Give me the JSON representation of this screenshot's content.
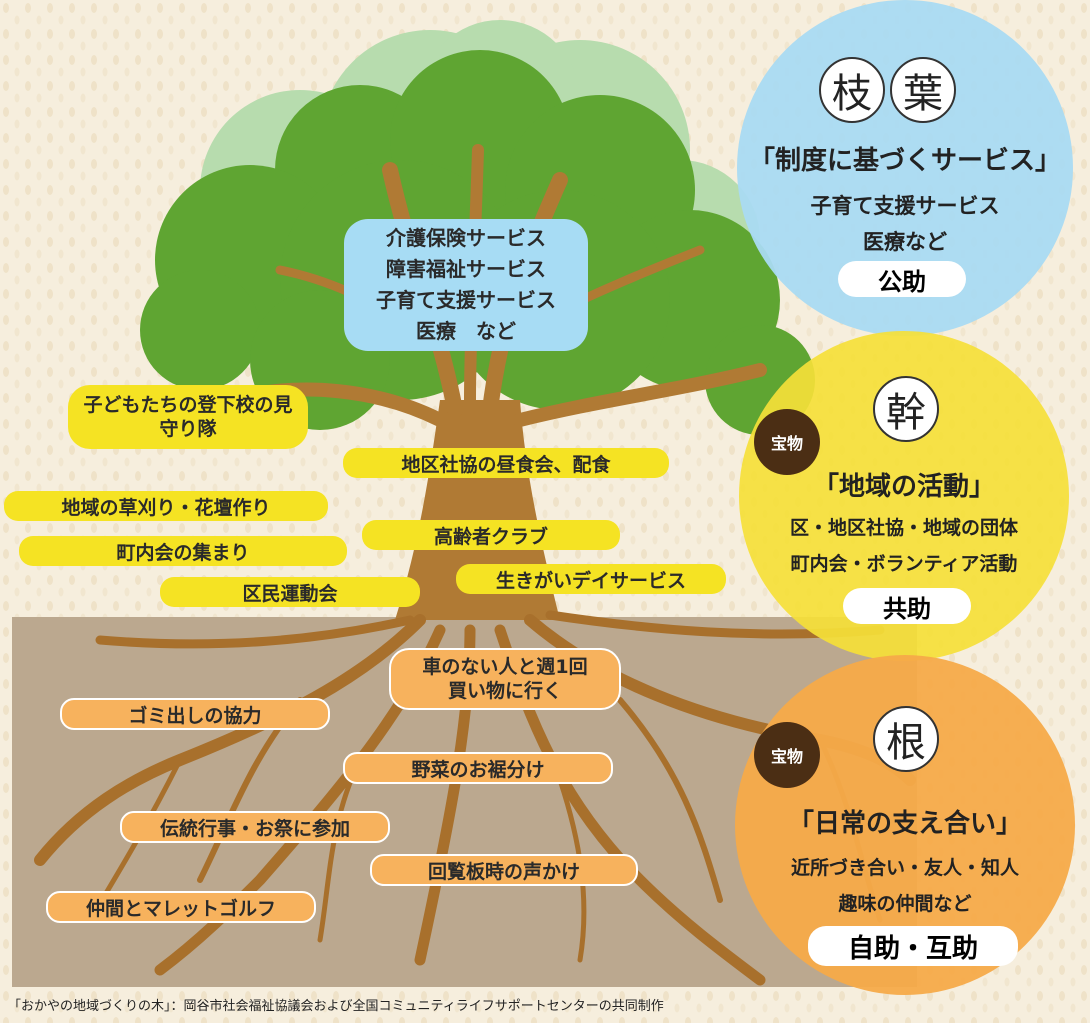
{
  "caption": "「おかやの地域づくりの木」：岡谷市社会福祉協議会および全国コミュニティライフサポートセンターの共同制作",
  "panels": {
    "leaves": {
      "chars": [
        "枝",
        "葉"
      ],
      "heading": "「制度に基づくサービス」",
      "lines": [
        "子育て支援サービス",
        "医療など"
      ],
      "tag": "公助"
    },
    "trunk": {
      "badge": "宝物",
      "char": "幹",
      "heading": "「地域の活動」",
      "lines": [
        "区・地区社協・地域の団体",
        "町内会・ボランティア活動"
      ],
      "tag": "共助"
    },
    "roots": {
      "badge": "宝物",
      "char": "根",
      "heading": "「日常の支え合い」",
      "lines": [
        "近所づき合い・友人・知人",
        "趣味の仲間など"
      ],
      "tag": "自助・互助"
    }
  },
  "canopy_label": [
    "介護保険サービス",
    "障害福祉サービス",
    "子育て支援サービス",
    "医療　など"
  ],
  "trunk_labels": [
    "子どもたちの登下校の見守り隊",
    "地区社協の昼食会、配食",
    "地域の草刈り・花壇作り",
    "高齢者クラブ",
    "町内会の集まり",
    "生きがいデイサービス",
    "区民運動会"
  ],
  "root_labels": [
    "車のない人と週1回買い物に行く",
    "ゴミ出しの協力",
    "野菜のお裾分け",
    "伝統行事・お祭に参加",
    "回覧板時の声かけ",
    "仲間とマレットゴルフ"
  ],
  "colors": {
    "background": "#f6eedd",
    "ground": "#bba88f",
    "trunk": "#b07a34",
    "canopy": "#5fa532",
    "canopy_light": "#b7dcae",
    "blue_circle": "#a9daf2",
    "yellow_circle": "#f5e038",
    "orange_circle": "#f6aa49",
    "yellow_label": "#f5e323",
    "orange_label": "#f7b25d",
    "badge": "#4b2e14"
  }
}
